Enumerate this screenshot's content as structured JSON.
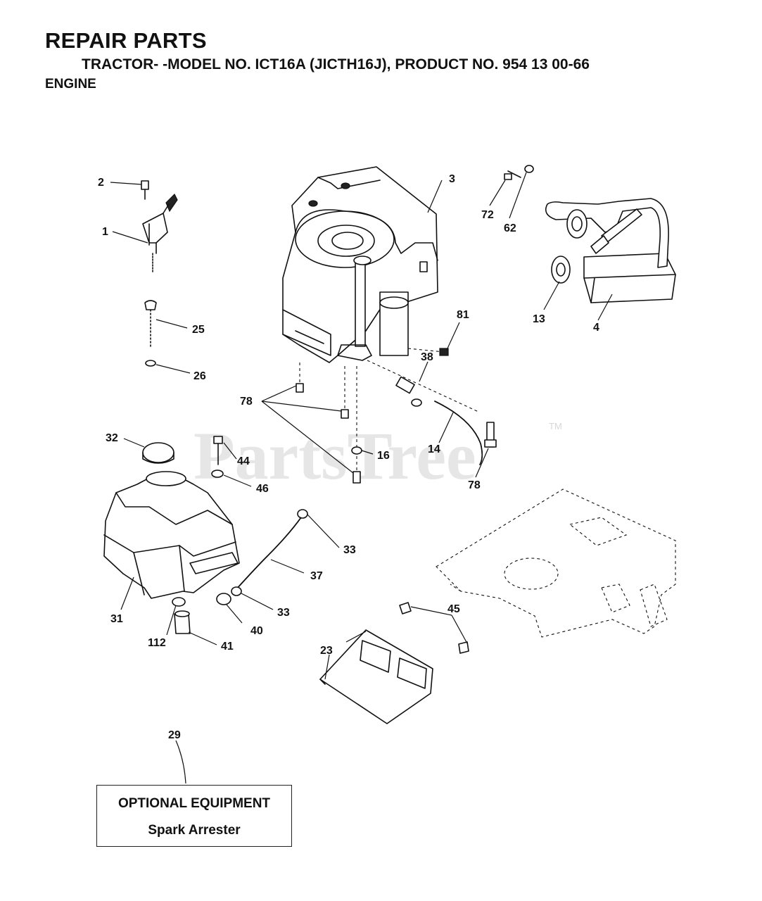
{
  "header": {
    "title": "REPAIR PARTS",
    "subtitle": "TRACTOR- -MODEL NO. ICT16A (JICTH16J), PRODUCT NO. 954 13 00-66",
    "section": "ENGINE"
  },
  "watermark": {
    "text": "PartsTree",
    "tm": "TM"
  },
  "callouts": {
    "c1": "1",
    "c2": "2",
    "c3": "3",
    "c4": "4",
    "c13": "13",
    "c14": "14",
    "c16": "16",
    "c23": "23",
    "c25": "25",
    "c26": "26",
    "c29": "29",
    "c31": "31",
    "c32": "32",
    "c33a": "33",
    "c33b": "33",
    "c37": "37",
    "c38": "38",
    "c40": "40",
    "c41": "41",
    "c44": "44",
    "c45": "45",
    "c46": "46",
    "c62": "62",
    "c72": "72",
    "c78a": "78",
    "c78b": "78",
    "c81": "81",
    "c112": "112"
  },
  "optional_box": {
    "heading": "OPTIONAL EQUIPMENT",
    "item": "Spark Arrester"
  }
}
